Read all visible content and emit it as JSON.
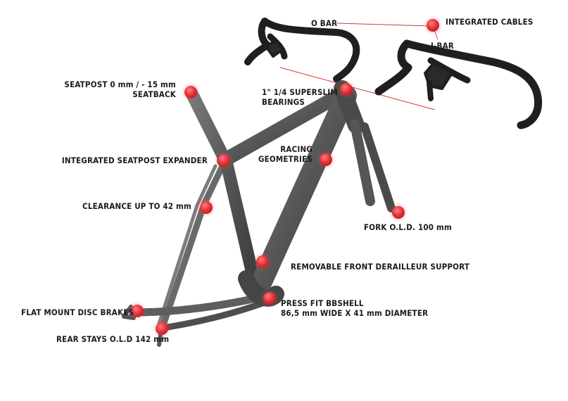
{
  "colors": {
    "background": "#ffffff",
    "frame": "#5a5a5a",
    "frame_dark": "#3c3c3c",
    "handlebar": "#1f1f1f",
    "marker": "#e8333a",
    "marker_glow": "#ff6b6b",
    "leader_line": "#d63a3a",
    "text": "#1b1b1b"
  },
  "labels": {
    "o_bar": "O BAR",
    "integrated_cables": "INTEGRATED CABLES",
    "j_bar": "J-BAR",
    "seatpost_line1": "SEATPOST 0 mm / - 15 mm",
    "seatpost_line2": "SEATBACK",
    "bearings_line1": "1\" 1/4 SUPERSLIM",
    "bearings_line2": "BEARINGS",
    "seatpost_expander": "INTEGRATED SEATPOST EXPANDER",
    "racing_line1": "RACING",
    "racing_line2": "GEOMETRIES",
    "clearance": "CLEARANCE UP TO 42 mm",
    "fork_old": "FORK O.L.D. 100 mm",
    "front_derailleur": "REMOVABLE FRONT DERAILLEUR SUPPORT",
    "bbshell_line1": "PRESS FIT BBSHELL",
    "bbshell_line2": "86,5 mm WIDE X 41 mm DIAMETER",
    "disc_brakes": "FLAT MOUNT DISC BRAKES",
    "rear_stays": "REAR STAYS O.L.D 142 mm"
  }
}
